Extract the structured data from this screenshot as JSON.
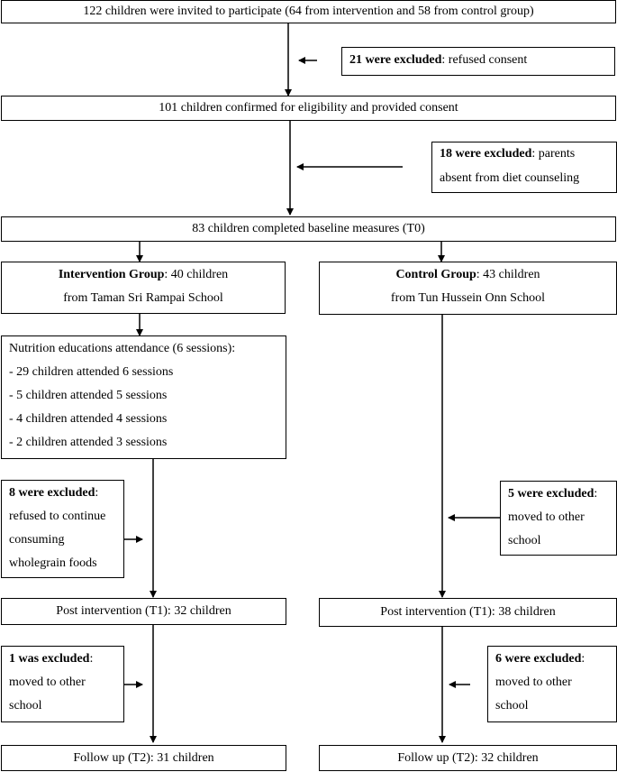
{
  "top": {
    "invited": "122 children were invited to participate (64 from intervention and 58 from control group)",
    "consented": "101 children confirmed for eligibility and provided consent",
    "baseline": "83 children completed baseline measures (T0)"
  },
  "exclusions": {
    "ex1": {
      "bold": "21 were excluded",
      "rest": ": refused consent"
    },
    "ex2": {
      "bold": "18 were excluded",
      "rest": ": parents",
      "line2": "absent from diet counseling"
    },
    "ex3": {
      "bold": "8 were excluded",
      "rest": ":",
      "lines": [
        "refused to continue",
        "consuming",
        "wholegrain foods"
      ]
    },
    "ex4": {
      "bold": "5 were excluded",
      "rest": ":",
      "lines": [
        "moved to other",
        "school"
      ]
    },
    "ex5": {
      "bold": "1 was excluded",
      "rest": ":",
      "lines": [
        "moved to other",
        "school"
      ]
    },
    "ex6": {
      "bold": "6 were excluded",
      "rest": ":",
      "lines": [
        "moved to other",
        "school"
      ]
    }
  },
  "intervention": {
    "bold": "Intervention Group",
    "rest": ": 40 children",
    "line2": "from  Taman Sri Rampai School",
    "attendance": {
      "title": "Nutrition educations attendance (6 sessions):",
      "items": [
        "- 29 children attended 6 sessions",
        "- 5 children attended 5 sessions",
        "- 4 children attended 4 sessions",
        "- 2 children attended 3 sessions"
      ]
    },
    "post": "Post intervention (T1): 32 children",
    "followup": "Follow up (T2): 31 children"
  },
  "control": {
    "bold": "Control Group",
    "rest": ": 43 children",
    "line2": "from  Tun Hussein Onn School",
    "post": "Post intervention (T1): 38 children",
    "followup": "Follow up (T2): 32 children"
  }
}
